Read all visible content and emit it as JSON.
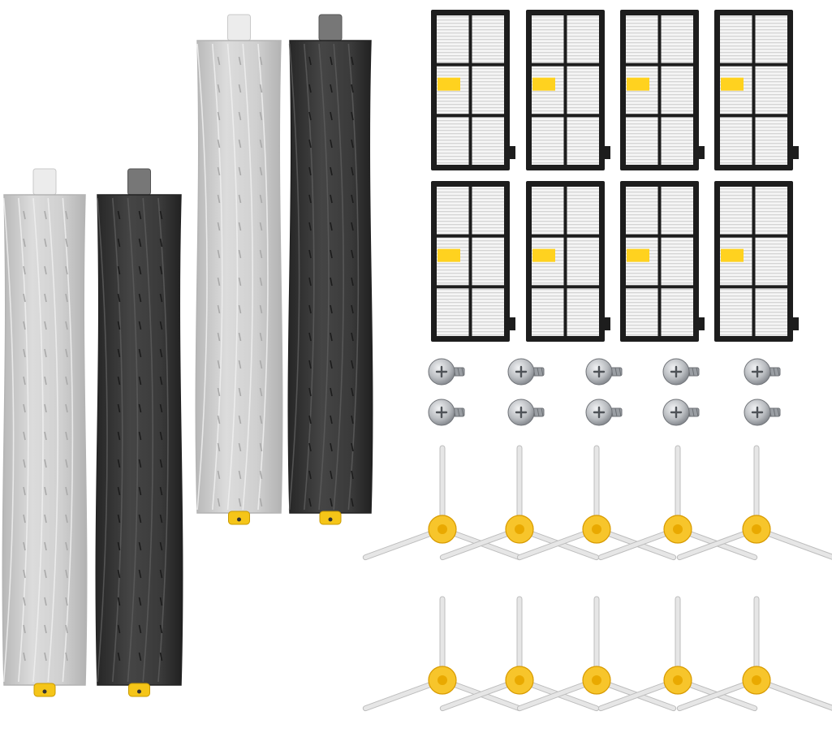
{
  "scene": {
    "background": "#ffffff",
    "subject": "robot-vacuum-replacement-parts-kit"
  },
  "colors": {
    "roller_light": "#cfcfcf",
    "roller_light_edge": "#b4b4b4",
    "roller_dark": "#3a3a3a",
    "roller_dark_edge": "#232323",
    "cap_light": "#ececec",
    "cap_dark": "#777777",
    "hub_yellow": "#f5c518",
    "filter_frame": "#1d1d1d",
    "filter_media": "#f3f3f3",
    "filter_tab": "#ffd21f",
    "screw_metal": "#b9bcc0",
    "screw_shadow": "#6f7277",
    "brush_arm": "#e6e6e6",
    "brush_hub": "#f7c52b"
  },
  "counts": {
    "rollers_light": 2,
    "rollers_dark": 2,
    "filters": 8,
    "screws": 10,
    "side_brushes": 10
  }
}
